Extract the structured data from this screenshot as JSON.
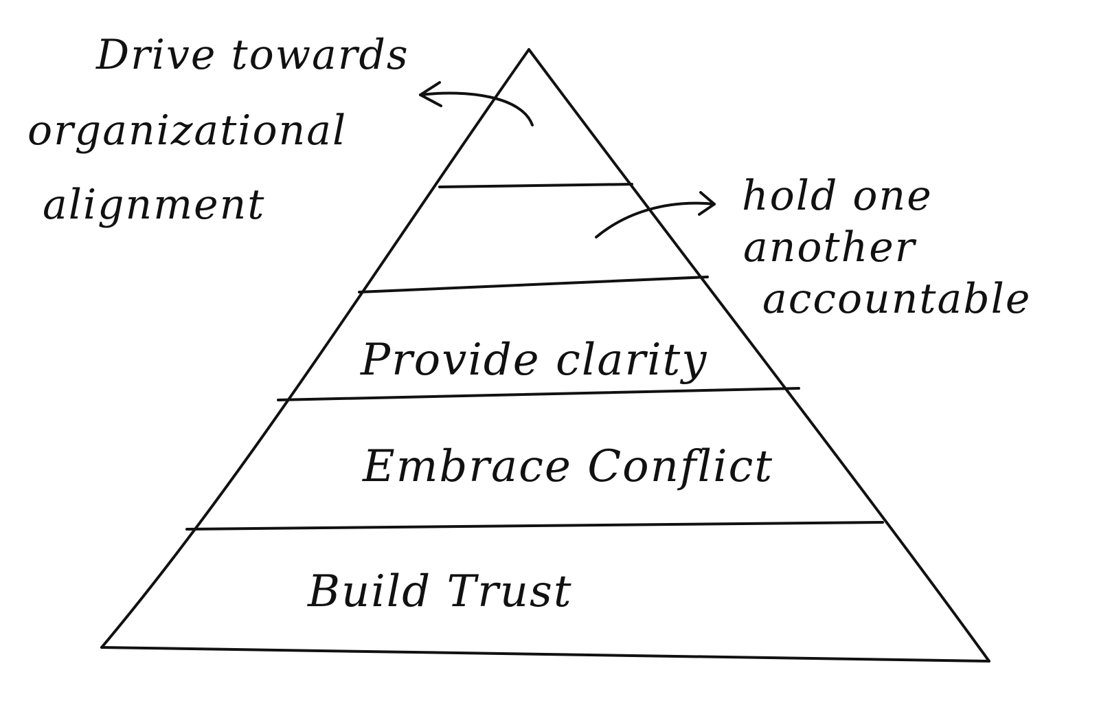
{
  "diagram": {
    "ink_color": "#111111",
    "background": "#ffffff",
    "levels": [
      {
        "id": "level-1",
        "label": "Build Trust"
      },
      {
        "id": "level-2",
        "label": "Embrace Conflict"
      },
      {
        "id": "level-3",
        "label": "Provide clarity"
      },
      {
        "id": "level-4",
        "label": ""
      },
      {
        "id": "level-5",
        "label": ""
      }
    ],
    "annotations": {
      "top": [
        "Drive towards",
        "organizational",
        "alignment"
      ],
      "right": [
        "hold one",
        "another",
        "accountable"
      ]
    }
  }
}
